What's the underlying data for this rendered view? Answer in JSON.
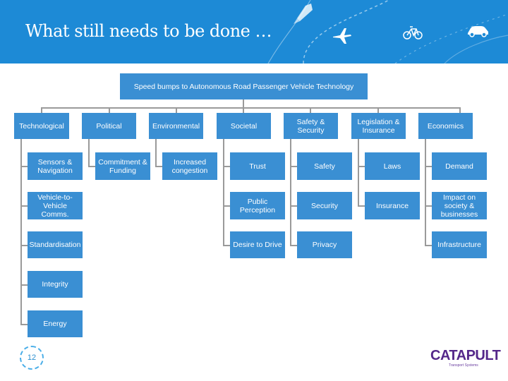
{
  "header": {
    "title": "What still needs to be done …"
  },
  "diagram": {
    "root": "Speed bumps to Autonomous Road Passenger Vehicle Technology",
    "columns": [
      {
        "label": "Technological",
        "children": [
          "Sensors & Navigation",
          "Vehicle-to-Vehicle Comms.",
          "Standardisation",
          "Integrity",
          "Energy"
        ]
      },
      {
        "label": "Political",
        "children": [
          "Commitment & Funding"
        ]
      },
      {
        "label": "Environmental",
        "children": [
          "Increased congestion"
        ]
      },
      {
        "label": "Societal",
        "children": [
          "Trust",
          "Public Perception",
          "Desire to Drive"
        ]
      },
      {
        "label": "Safety & Security",
        "children": [
          "Safety",
          "Security",
          "Privacy"
        ]
      },
      {
        "label": "Legislation & Insurance",
        "children": [
          "Laws",
          "Insurance"
        ]
      },
      {
        "label": "Economics",
        "children": [
          "Demand",
          "Impact on society & businesses",
          "Infrastructure"
        ]
      }
    ]
  },
  "footer": {
    "page_number": "12",
    "logo_text": "CATAPULT",
    "logo_subtext": "Transport Systems"
  }
}
